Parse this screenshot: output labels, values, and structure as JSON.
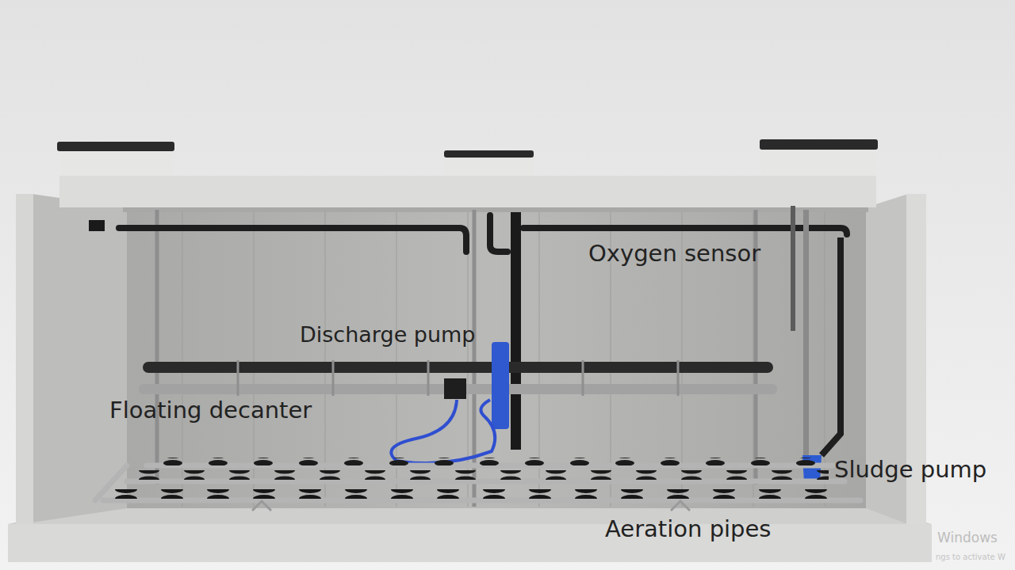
{
  "diagram": {
    "labels": [
      "Oxygen sensor",
      "Discharge pump",
      "Floating decanter",
      "Sludge pump",
      "Aeration pipes",
      "Windows",
      "ngs to activate W"
    ]
  }
}
